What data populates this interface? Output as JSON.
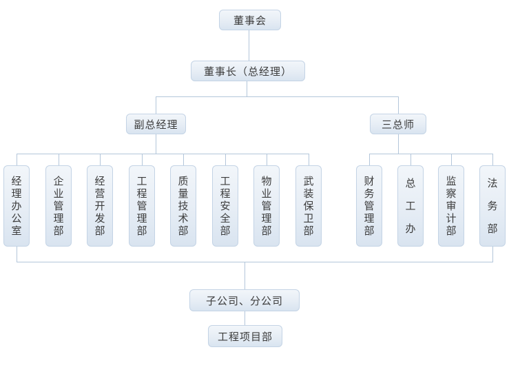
{
  "org": {
    "board": {
      "label": "董事会"
    },
    "chairman": {
      "label": "董事长（总经理）"
    },
    "branches": [
      {
        "label": "副总经理",
        "children": [
          "经理办公室",
          "企业管理部",
          "经营开发部",
          "工程管理部",
          "质量技术部",
          "工程安全部",
          "物业管理部",
          "武装保卫部"
        ]
      },
      {
        "label": "三总师",
        "children": [
          "财务管理部",
          "总工办",
          "监察审计部",
          "法务部"
        ]
      }
    ],
    "subsidiary": {
      "label": "子公司、分公司"
    },
    "project": {
      "label": "工程项目部"
    }
  },
  "colors": {
    "background": "#ffffff",
    "box_fill_top": "#f2f6fa",
    "box_fill_bottom": "#d9e4f0",
    "box_border": "#c3d3e5",
    "connector_line": "#b3c6da",
    "text": "#3c3c3c"
  }
}
